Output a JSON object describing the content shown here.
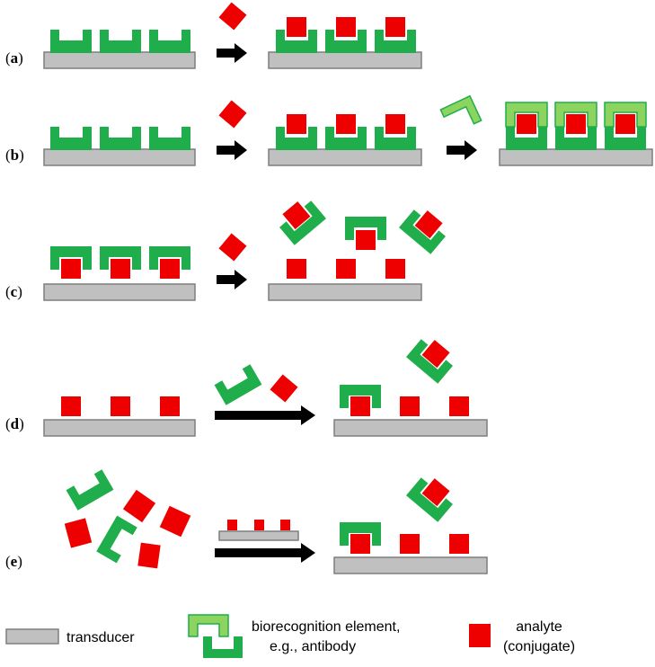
{
  "rows": [
    {
      "paren_open": "(",
      "letter": "a",
      "paren_close": ")"
    },
    {
      "paren_open": "(",
      "letter": "b",
      "paren_close": ")"
    },
    {
      "paren_open": "(",
      "letter": "c",
      "paren_close": ")"
    },
    {
      "paren_open": "(",
      "letter": "d",
      "paren_close": ")"
    },
    {
      "paren_open": "(",
      "letter": "e",
      "paren_close": ")"
    }
  ],
  "legend": {
    "transducer": "transducer",
    "biorecognition_line1": "biorecognition element,",
    "biorecognition_line2": "e.g., antibody",
    "analyte_line1": "analyte",
    "analyte_line2": "(conjugate)"
  },
  "colors": {
    "transducer_fill": "#c0c0c0",
    "transducer_stroke": "#7f7f7f",
    "antibody": "#1fae4b",
    "antibody_light": "#8dd35f",
    "analyte": "#ee0000",
    "arrow": "#000000"
  }
}
